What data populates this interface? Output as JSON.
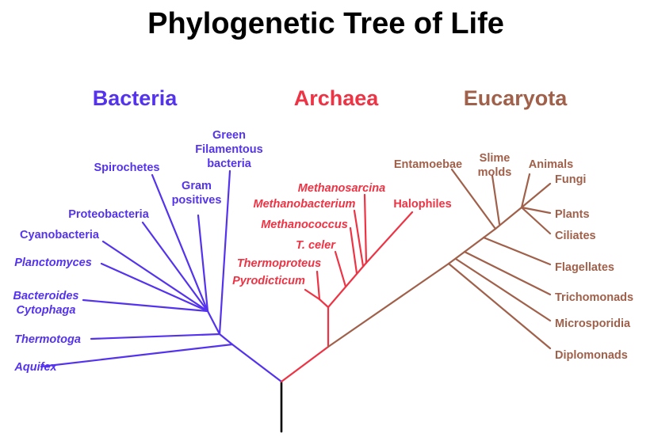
{
  "title": "Phylogenetic Tree of Life",
  "colors": {
    "bacteria": "#5533ee",
    "archaea": "#ee3344",
    "eucaryota": "#a0604a",
    "root": "#000000"
  },
  "domains": {
    "bacteria": "Bacteria",
    "archaea": "Archaea",
    "eucaryota": "Eucaryota"
  },
  "bacteria": {
    "green_filamentous": [
      "Green",
      "Filamentous",
      "bacteria"
    ],
    "spirochetes": "Spirochetes",
    "gram_positives": [
      "Gram",
      "positives"
    ],
    "proteobacteria": "Proteobacteria",
    "cyanobacteria": "Cyanobacteria",
    "planctomyces": "Planctomyces",
    "bacteroides_cytophaga": [
      "Bacteroides",
      "Cytophaga"
    ],
    "thermotoga": "Thermotoga",
    "aquifex": "Aquifex"
  },
  "archaea": {
    "methanosarcina": "Methanosarcina",
    "methanobacterium": "Methanobacterium",
    "halophiles": "Halophiles",
    "methanococcus": "Methanococcus",
    "t_celer": "T. celer",
    "thermoproteus": "Thermoproteus",
    "pyrodicticum": "Pyrodicticum"
  },
  "eucaryota": {
    "entamoebae": "Entamoebae",
    "slime_molds": [
      "Slime",
      "molds"
    ],
    "animals": "Animals",
    "fungi": "Fungi",
    "plants": "Plants",
    "ciliates": "Ciliates",
    "flagellates": "Flagellates",
    "trichomonads": "Trichomonads",
    "microsporidia": "Microsporidia",
    "diplomonads": "Diplomonads"
  }
}
